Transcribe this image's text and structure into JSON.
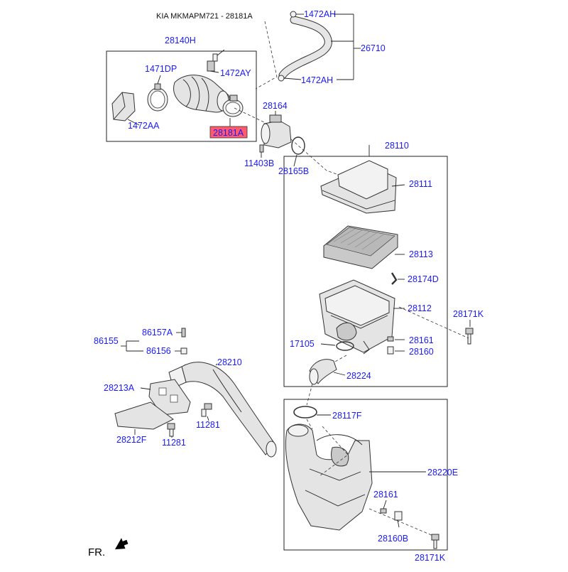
{
  "header": {
    "title": "KIA MKMAPM721 - 28181A"
  },
  "footer": {
    "front_label": "FR."
  },
  "highlight_color": "#ff5a6e",
  "link_color": "#1a1aff",
  "labels": {
    "p1472AH_top": "1472AH",
    "p26710": "26710",
    "p1472AH_bottom": "1472AH",
    "p28140H": "28140H",
    "p1471DP": "1471DP",
    "p1472AY": "1472AY",
    "p1472AA": "1472AA",
    "p28181A": "28181A",
    "p28164": "28164",
    "p11403B": "11403B",
    "p28165B": "28165B",
    "p28110": "28110",
    "p28111": "28111",
    "p28113": "28113",
    "p28174D": "28174D",
    "p28112": "28112",
    "p28171K_right": "28171K",
    "p17105": "17105",
    "p28161_upper": "28161",
    "p28160": "28160",
    "p28224": "28224",
    "p86155": "86155",
    "p86157A": "86157A",
    "p86156": "86156",
    "p28210": "28210",
    "p28213A": "28213A",
    "p11281_a": "11281",
    "p28212F": "28212F",
    "p11281_b": "11281",
    "p28117F": "28117F",
    "p28220E": "28220E",
    "p28161_lower": "28161",
    "p28160B": "28160B",
    "p28171K_bottom": "28171K"
  }
}
